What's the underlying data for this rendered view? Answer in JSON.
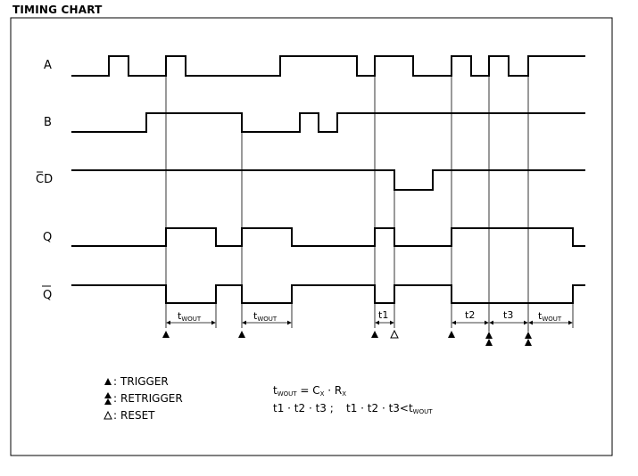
{
  "title": "TIMING CHART",
  "signals": [
    {
      "name": "A",
      "overline": ""
    },
    {
      "name": "B",
      "overline": ""
    },
    {
      "name": "CD",
      "overline": "C"
    },
    {
      "name": "Q",
      "overline": ""
    },
    {
      "name": "Q",
      "overline": "Q"
    }
  ],
  "intervals": [
    {
      "main": "t",
      "sub": "WOUT"
    },
    {
      "main": "t",
      "sub": "WOUT"
    },
    {
      "main": "t1",
      "sub": ""
    },
    {
      "main": "t2",
      "sub": ""
    },
    {
      "main": "t3",
      "sub": ""
    },
    {
      "main": "t",
      "sub": "WOUT"
    }
  ],
  "legend": {
    "trigger": "TRIGGER",
    "retrigger": "RETRIGGER",
    "reset": "RESET",
    "separator": ":"
  },
  "formula": {
    "lhs": "t",
    "lhs_sub": "WOUT",
    "eq": " = C",
    "cx_sub": "X",
    "dot": " · R",
    "rx_sub": "X",
    "line2_a": "t1 · t2 · t3 ;",
    "line2_b": "t1 · t2 · t3<t",
    "line2_sub": "WOUT"
  }
}
